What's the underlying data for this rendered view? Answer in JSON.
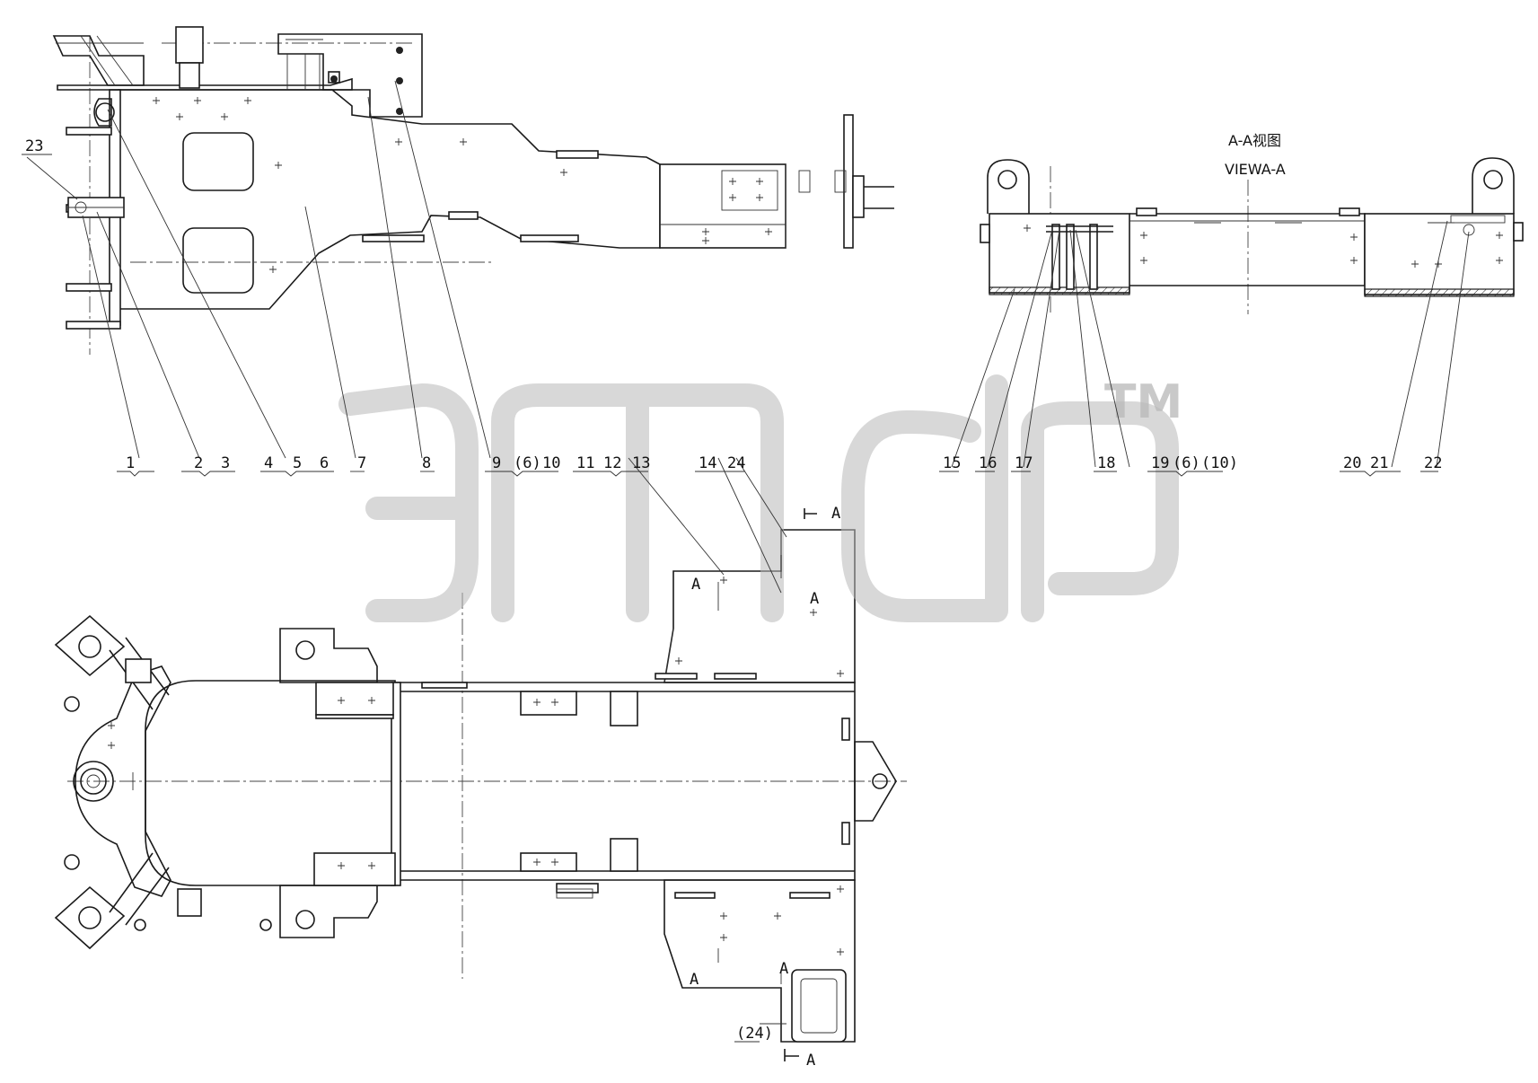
{
  "drawing": {
    "section_view": {
      "title_cn": "A-A视图",
      "title_en": "VIEWA-A"
    },
    "part_labels_top": [
      {
        "id": "lbl-1",
        "text": "1"
      },
      {
        "id": "lbl-2",
        "text": "2"
      },
      {
        "id": "lbl-3",
        "text": "3"
      },
      {
        "id": "lbl-4",
        "text": "4"
      },
      {
        "id": "lbl-5",
        "text": "5"
      },
      {
        "id": "lbl-6",
        "text": "6"
      },
      {
        "id": "lbl-7",
        "text": "7"
      },
      {
        "id": "lbl-8",
        "text": "8"
      },
      {
        "id": "lbl-9",
        "text": "9"
      },
      {
        "id": "lbl-6b",
        "text": "(6)"
      },
      {
        "id": "lbl-10",
        "text": "10"
      },
      {
        "id": "lbl-11",
        "text": "11"
      },
      {
        "id": "lbl-12",
        "text": "12"
      },
      {
        "id": "lbl-13",
        "text": "13"
      },
      {
        "id": "lbl-14",
        "text": "14"
      },
      {
        "id": "lbl-24",
        "text": "24"
      },
      {
        "id": "lbl-15",
        "text": "15"
      },
      {
        "id": "lbl-16",
        "text": "16"
      },
      {
        "id": "lbl-17",
        "text": "17"
      },
      {
        "id": "lbl-18",
        "text": "18"
      },
      {
        "id": "lbl-19",
        "text": "19"
      },
      {
        "id": "lbl-6c",
        "text": "(6)"
      },
      {
        "id": "lbl-10b",
        "text": "(10)"
      },
      {
        "id": "lbl-20",
        "text": "20"
      },
      {
        "id": "lbl-21",
        "text": "21"
      },
      {
        "id": "lbl-22",
        "text": "22"
      },
      {
        "id": "lbl-23",
        "text": "23"
      },
      {
        "id": "lbl-24b",
        "text": "(24)"
      }
    ],
    "section_markers": {
      "a1": "A",
      "a2": "A",
      "a3": "A",
      "a4": "A",
      "a5": "A",
      "a6": "A"
    },
    "watermark": {
      "trademark": "TM"
    }
  }
}
